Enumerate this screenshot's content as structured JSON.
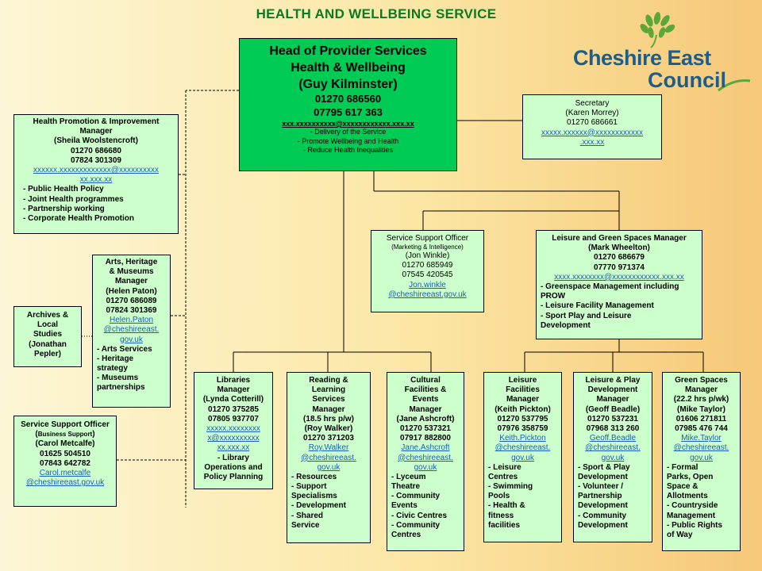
{
  "title": "HEALTH AND WELLBEING SERVICE",
  "logo": {
    "line1": "Cheshire East",
    "line2": "Council",
    "color": "#1d5d8a",
    "accent": "#5aa83a"
  },
  "colors": {
    "box": "#ccffcc",
    "head": "#00cc55",
    "title": "#0a7a24",
    "link": "#1a5fb4"
  },
  "head": {
    "l1": "Head of Provider Services",
    "l2": "Health & Wellbeing",
    "l3": "(Guy Kilminster)",
    "tel1": "01270 686560",
    "tel2": "07795 617 363",
    "email": "xxx.xxxxxxxxxx@xxxxxxxxxxxx.xxx.xx",
    "d1": "- Delivery of the Service",
    "d2": "- Promote Wellbeing and Health",
    "d3": "- Reduce Health Inequalities"
  },
  "secretary": {
    "l1": "Secretary",
    "l2": "(Karen Morrey)",
    "l3": "01270 686661",
    "e1": "xxxxx.xxxxxx@xxxxxxxxxxxx",
    "e2": ".xxx.xx"
  },
  "health_promo": {
    "l1": "Health Promotion & Improvement",
    "l2": "Manager",
    "l3": "(Sheila Woolstencroft)",
    "l4": "01270 686680",
    "l5": "07824 301309",
    "e1": "xxxxxx.xxxxxxxxxxxxx@xxxxxxxxxx",
    "e2": "xx.xxx.xx",
    "d1": "- Public Health Policy",
    "d2": "- Joint Health programmes",
    "d3": "- Partnership working",
    "d4": "- Corporate Health Promotion"
  },
  "arts": {
    "l1": "Arts, Heritage",
    "l2": "& Museums",
    "l3": "Manager",
    "l4": "(Helen Paton)",
    "l5": "01270 686089",
    "l6": "07824 301369",
    "e1": "Helen.Paton",
    "e2": "@cheshireeast.",
    "e3": "gov.uk",
    "d1": "- Arts Services",
    "d2": "- Heritage",
    "d2b": "strategy",
    "d3": "- Museums",
    "d3b": "partnerships"
  },
  "archives": {
    "l1": "Archives &",
    "l2": "Local",
    "l3": "Studies",
    "l4": "(Jonathan",
    "l5": "Pepler)"
  },
  "support_business": {
    "l1": "Service Support Officer",
    "l2a": "(",
    "l2b": "Business Support",
    "l2c": ")",
    "l3": "(Carol Metcalfe)",
    "l4": "01625 504510",
    "l5": "07843 642782",
    "e1": "Carol.metcalfe",
    "e2": "@cheshireeast.gov.uk"
  },
  "support_marketing": {
    "l1": "Service Support Officer",
    "l2": "(Marketing & Intelligence)",
    "l3": "(Jon Winkle)",
    "l4": "01270 685949",
    "l5": "07545 420545",
    "e1": "Jon.winkle",
    "e2": "@cheshireeast.gov.uk"
  },
  "leisure_green": {
    "l1": "Leisure and Green Spaces Manager",
    "l2": "(Mark Wheelton)",
    "l3": "01270 686679",
    "l4": "07770 971374",
    "e1": "xxxx.xxxxxxxx@xxxxxxxxxxxx.xxx.xx",
    "d1": "- Greenspace Management including",
    "d1b": "PROW",
    "d2": "- Leisure Facility Management",
    "d3": "- Sport Play and Leisure",
    "d3b": "Development"
  },
  "libraries": {
    "l1": "Libraries",
    "l2": "Manager",
    "l3": "(Lynda Cotterill)",
    "l4": "01270 375285",
    "l5": "07805 937707",
    "e1": "xxxxx.xxxxxxxx",
    "e2": "x@xxxxxxxxxx",
    "e3": "xx.xxx.xx",
    "d1": "- Library",
    "d1b": "Operations and",
    "d1c": "Policy Planning"
  },
  "reading": {
    "l1": "Reading &",
    "l2": "Learning",
    "l3": "Services",
    "l4": "Manager",
    "l5": "(18.5 hrs p/w)",
    "l6": "(Roy Walker)",
    "l7": "01270 371203",
    "e1": "Roy.Walker",
    "e2": "@cheshireeast.",
    "e3": "gov.uk",
    "d1": "- Resources",
    "d2": "- Support",
    "d2b": "Specialisms",
    "d3": "- Development",
    "d4": "- Shared",
    "d4b": "Service"
  },
  "cultural": {
    "l1": "Cultural",
    "l2": "Facilities &",
    "l3": "Events",
    "l4": "Manager",
    "l5": "(Jane Ashcroft)",
    "l6": "01270 537321",
    "l7": "07917 882800",
    "e1": "Jane.Ashcroft",
    "e2": "@cheshireeast.",
    "e3": "gov.uk",
    "d1": "- Lyceum",
    "d1b": "Theatre",
    "d2": "- Community",
    "d2b": "Events",
    "d3": "- Civic Centres",
    "d4": "- Community",
    "d4b": "Centres"
  },
  "leisure_fac": {
    "l1": "Leisure",
    "l2": "Facilities",
    "l3": "Manager",
    "l4": "(Keith Pickton)",
    "l5": "01270 537795",
    "l6": "07976 358759",
    "e1": "Keith.Pickton",
    "e2": "@cheshireeast.",
    "e3": "gov.uk",
    "d1": "- Leisure",
    "d1b": "Centres",
    "d2": "- Swimming",
    "d2b": "Pools",
    "d3": "- Health &",
    "d3b": "fitness",
    "d3c": "facilities"
  },
  "leisure_play": {
    "l1": "Leisure & Play",
    "l2": "Development",
    "l3": "Manager",
    "l4": "(Geoff Beadle)",
    "l5": "01270 537231",
    "l6": "07968 313 260",
    "e1": "Geoff.Beadle",
    "e2": "@cheshireeast.",
    "e3": "gov.uk",
    "d1": "- Sport & Play",
    "d1b": "Development",
    "d2": "- Volunteer /",
    "d2b": "Partnership",
    "d2c": "Development",
    "d3": "- Community",
    "d3b": "Development"
  },
  "green": {
    "l1": "Green Spaces",
    "l2": "Manager",
    "l3": "(22.2 hrs p/wk)",
    "l4": "(Mike Taylor)",
    "l5": "01606 271811",
    "l6": "07985 476 744",
    "e1": "Mike.Taylor",
    "e2": "@cheshireeast.",
    "e3": "gov.uk",
    "d1": "- Formal",
    "d1b": "Parks, Open",
    "d1c": "Space &",
    "d1d": "Allotments",
    "d2": "- Countryside",
    "d2b": "Management",
    "d3": "- Public Rights",
    "d3b": "of Way"
  }
}
